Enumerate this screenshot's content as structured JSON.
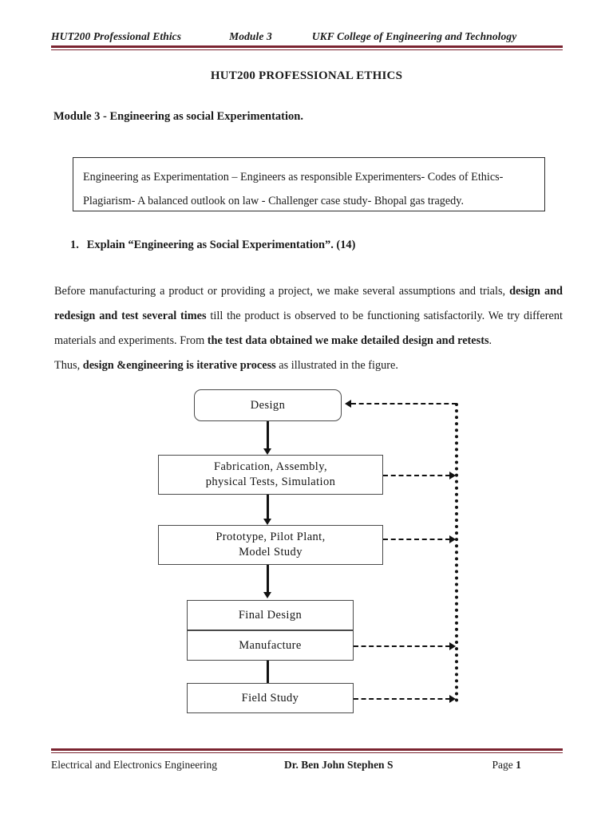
{
  "header": {
    "left": "HUT200 Professional Ethics",
    "middle": "Module 3",
    "right": "UKF College of Engineering and Technology"
  },
  "title": "HUT200 PROFESSIONAL ETHICS",
  "module_line": "Module 3 - Engineering as social Experimentation.",
  "syllabus_box": {
    "line1": "Engineering as Experimentation – Engineers as responsible Experimenters- Codes of Ethics-",
    "line2": "Plagiarism- A balanced outlook on law - Challenger case study- Bhopal gas tragedy."
  },
  "question": {
    "number": "1.",
    "text": "Explain “Engineering as Social Experimentation”. (14)"
  },
  "body": {
    "p1_a": "Before manufacturing a product or providing a project, we make several assumptions and trials, ",
    "p1_b": "design and redesign and test several times",
    "p1_c": " till the product is observed to be functioning satisfactorily. We try different materials and experiments. From ",
    "p1_d": "the test data obtained we make detailed design and retests",
    "p1_e": ".",
    "p2_a": "Thus, ",
    "p2_b": "design &engineering is iterative process",
    "p2_c": " as illustrated in the figure."
  },
  "flowchart": {
    "type": "diagram",
    "nodes": [
      {
        "id": "design",
        "label": "Design"
      },
      {
        "id": "fabrication",
        "label": "Fabrication, Assembly,\nphysical Tests, Simulation"
      },
      {
        "id": "prototype",
        "label": "Prototype, Pilot Plant,\nModel Study"
      },
      {
        "id": "final",
        "label": "Final Design"
      },
      {
        "id": "manufacture",
        "label": "Manufacture"
      },
      {
        "id": "field",
        "label": "Field Study"
      }
    ],
    "node_labels": {
      "design": "Design",
      "fabrication_l1": "Fabrication, Assembly,",
      "fabrication_l2": "physical Tests, Simulation",
      "prototype_l1": "Prototype, Pilot Plant,",
      "prototype_l2": "Model Study",
      "final": "Final Design",
      "manufacture": "Manufacture",
      "field": "Field Study"
    },
    "edges_solid": [
      "design -> fabrication",
      "fabrication -> prototype",
      "prototype -> final",
      "final -> manufacture",
      "manufacture -> field"
    ],
    "edges_dashed_feedback": [
      "fabrication -> bus",
      "prototype -> bus",
      "manufacture -> bus",
      "field -> bus",
      "bus -> design"
    ]
  },
  "footer": {
    "left": "Electrical and Electronics Engineering",
    "middle": "Dr. Ben John Stephen S",
    "page_label": "Page ",
    "page_number": "1"
  },
  "colors": {
    "rule": "#7b2430",
    "text": "#1a1a1a",
    "box_border": "#4a4a4a"
  }
}
